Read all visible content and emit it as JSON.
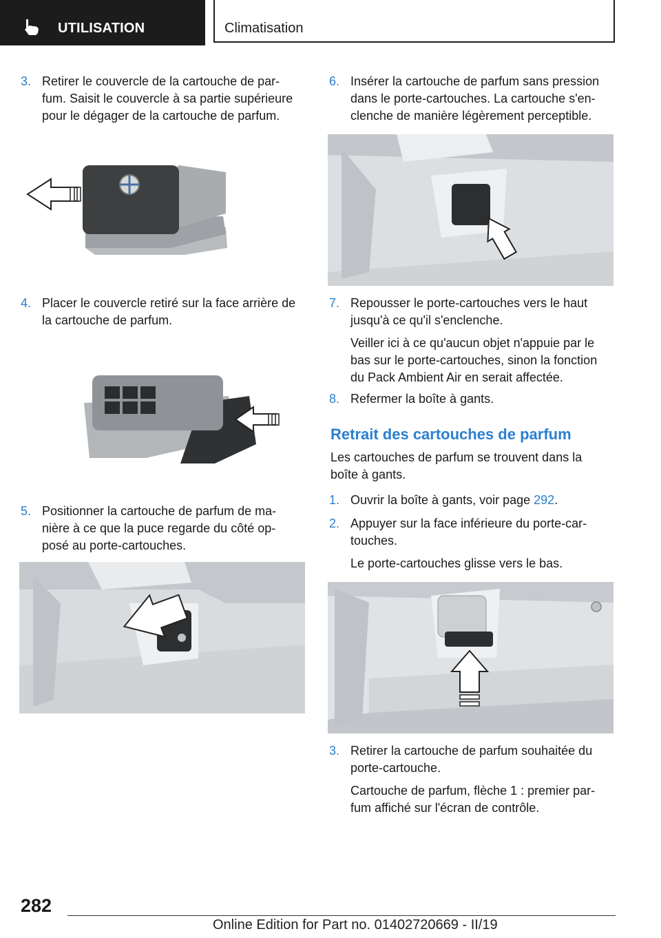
{
  "header": {
    "section": "UTILISATION",
    "chapter": "Climatisation",
    "section_icon": "hand-pointer-icon"
  },
  "left": {
    "step3": {
      "num": "3.",
      "text": "Retirer le couvercle de la cartouche de par‐\nfum. Saisit le couvercle à sa partie supérieure\npour le dégager de la cartouche de parfum."
    },
    "step4": {
      "num": "4.",
      "text": "Placer le couvercle retiré sur la face arrière de\nla cartouche de parfum."
    },
    "step5": {
      "num": "5.",
      "text": "Positionner la cartouche de parfum de ma‐\nnière à ce que la puce regarde du côté op‐\nposé au porte-cartouches."
    }
  },
  "right": {
    "step6": {
      "num": "6.",
      "text": "Insérer la cartouche de parfum sans pression\ndans le porte-cartouches. La cartouche s'en‐\nclenche de manière légèrement perceptible."
    },
    "step7": {
      "num": "7.",
      "text": "Repousser le porte-cartouches vers le haut\njusqu'à ce qu'il s'enclenche."
    },
    "step7_note": "Veiller ici à ce qu'aucun objet n'appuie par le\nbas sur le porte-cartouches, sinon la fonction\ndu Pack Ambient Air en serait affectée.",
    "step8": {
      "num": "8.",
      "text": "Refermer la boîte à gants."
    },
    "heading": "Retrait des cartouches de parfum",
    "intro": "Les cartouches de parfum se trouvent dans la\nboîte à gants.",
    "r1": {
      "num": "1.",
      "text_before": "Ouvrir la boîte à gants, voir page ",
      "link": "292",
      "text_after": "."
    },
    "r2": {
      "num": "2.",
      "text": "Appuyer sur la face inférieure du porte-car‐\ntouches."
    },
    "r2_note": "Le porte-cartouches glisse vers le bas.",
    "r3": {
      "num": "3.",
      "text": "Retirer la cartouche de parfum souhaitée du\nporte-cartouche."
    },
    "r3_note": "Cartouche de parfum, flèche 1 : premier par‐\nfum affiché sur l'écran de contrôle."
  },
  "footer": {
    "page_number": "282",
    "edition": "Online Edition for Part no. 01402720669 - II/19"
  },
  "colors": {
    "accent": "#2b7fd0",
    "header_bg": "#1c1c1c"
  }
}
